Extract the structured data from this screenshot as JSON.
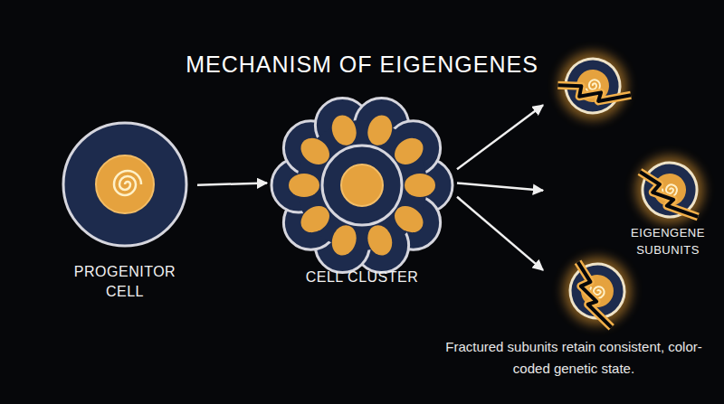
{
  "diagram": {
    "title": "MECHANISM OF EIGENGENES",
    "caption": "Fractured subunits retain consistent, color-coded genetic state.",
    "nodes": [
      {
        "text": [
          "PROGENITOR CELL"
        ]
      },
      {
        "text": [
          "CELL CLUSTER"
        ]
      },
      {
        "text": [
          "EIGENGENE SUBUNITS"
        ]
      }
    ],
    "edges": [
      {
        "from": 0,
        "to": 1,
        "arrow": "to"
      },
      {
        "from": 1,
        "to": 2,
        "arrow": "to"
      },
      {
        "from": 1,
        "to": 2,
        "arrow": "to"
      },
      {
        "from": 1,
        "to": 2,
        "arrow": "to"
      }
    ]
  }
}
